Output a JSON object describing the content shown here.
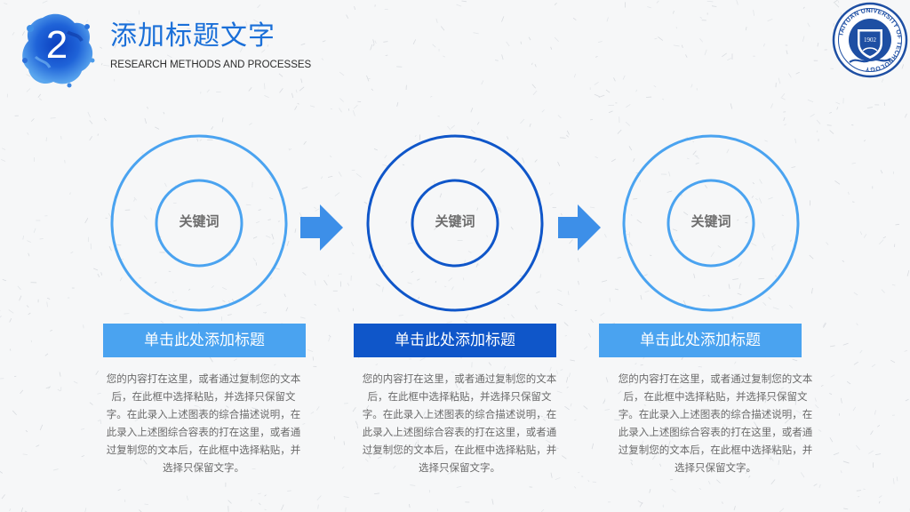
{
  "header": {
    "section_number": "2",
    "title": "添加标题文字",
    "subtitle": "RESEARCH METHODS AND PROCESSES"
  },
  "colors": {
    "primary": "#1a6fd8",
    "light_blue": "#4aa3f0",
    "mid_blue": "#3d8fe8",
    "dark_blue": "#0f56c9",
    "text_gray": "#6a6a6a"
  },
  "logo": {
    "icon": "university-seal-icon",
    "year": "1902",
    "ring_text": "TAIYUAN UNIVERSITY OF TECHNOLOGY"
  },
  "steps": [
    {
      "keyword": "关键词",
      "title": "单击此处添加标题",
      "description": "您的内容打在这里，或者通过复制您的文本后，在此框中选择粘贴，并选择只保留文字。在此录入上述图表的综合描述说明，在此录入上述图综合容表的打在这里，或者通过复制您的文本后，在此框中选择粘贴，并选择只保留文字。"
    },
    {
      "keyword": "关键词",
      "title": "单击此处添加标题",
      "description": "您的内容打在这里，或者通过复制您的文本后，在此框中选择粘贴，并选择只保留文字。在此录入上述图表的综合描述说明，在此录入上述图综合容表的打在这里，或者通过复制您的文本后，在此框中选择粘贴，并选择只保留文字。"
    },
    {
      "keyword": "关键词",
      "title": "单击此处添加标题",
      "description": "您的内容打在这里，或者通过复制您的文本后，在此框中选择粘贴，并选择只保留文字。在此录入上述图表的综合描述说明，在此录入上述图综合容表的打在这里，或者通过复制您的文本后，在此框中选择粘贴，并选择只保留文字。"
    }
  ]
}
